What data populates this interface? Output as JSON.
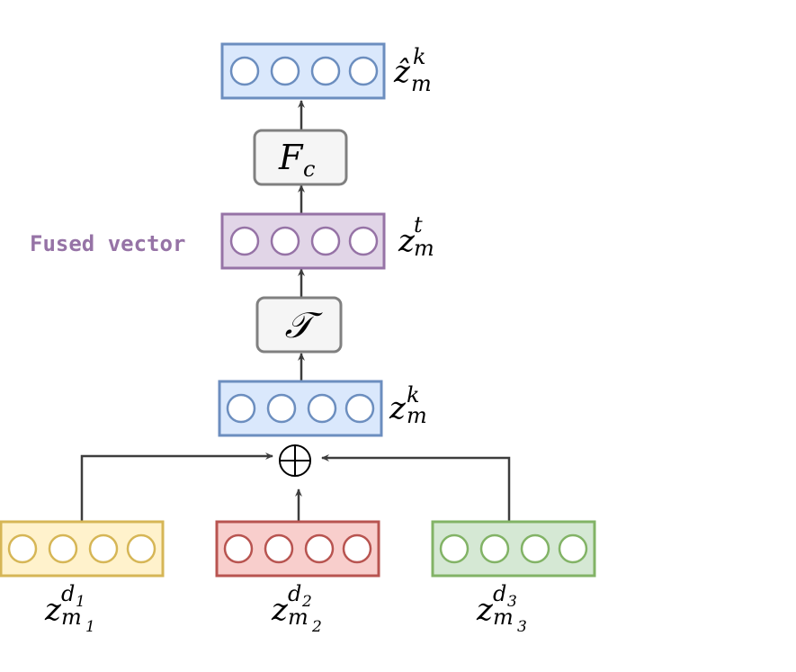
{
  "colors": {
    "blue_fill": "#dae8fc",
    "blue_stroke": "#6c8ebf",
    "purple_fill": "#e1d5e7",
    "purple_stroke": "#9673a6",
    "gray_fill": "#f5f5f5",
    "gray_stroke": "#808080",
    "yellow_fill": "#fff2cc",
    "yellow_stroke": "#d6b656",
    "red_fill": "#f8cecc",
    "red_stroke": "#b85450",
    "green_fill": "#d5e8d4",
    "green_stroke": "#82b366",
    "arrow": "#3d3d3d",
    "fused_label": "#9673a6"
  },
  "labels": {
    "fused_vector": "Fused vector",
    "z_hat_base": "ẑ",
    "z_hat_sup": "k",
    "z_hat_sub": "m",
    "fc_base": "F",
    "fc_sub": "c",
    "zt_base": "z",
    "zt_sup": "t",
    "zt_sub": "m",
    "transform_symbol": "𝒯",
    "zk_base": "z",
    "zk_sup": "k",
    "zk_sub": "m",
    "plus_symbol": "⊕",
    "d1_base": "z",
    "d1_sup": "d",
    "d1_sup_sub": "1",
    "d1_sub": "m",
    "d1_sub_sub": "1",
    "d2_base": "z",
    "d2_sup": "d",
    "d2_sup_sub": "2",
    "d2_sub": "m",
    "d2_sub_sub": "2",
    "d3_base": "z",
    "d3_sup": "d",
    "d3_sup_sub": "3",
    "d3_sub": "m",
    "d3_sub_sub": "3"
  }
}
